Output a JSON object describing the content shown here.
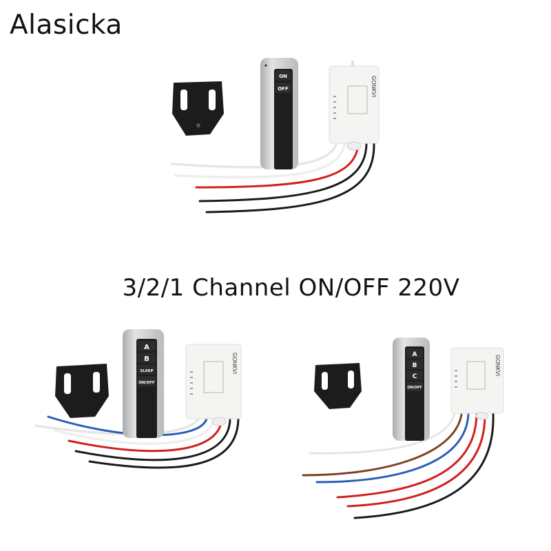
{
  "brand": "Alasicka",
  "caption": "3/2/1 Channel ON/OFF 220V",
  "products": [
    {
      "channels": 1,
      "buttons": [
        "ON",
        "OFF"
      ],
      "receiver_logo": "GONKVI"
    },
    {
      "channels": 2,
      "buttons": [
        "A",
        "B",
        "SLEEP",
        "ON/OFF"
      ],
      "receiver_logo": "GONKVI"
    },
    {
      "channels": 3,
      "buttons": [
        "A",
        "B",
        "C",
        "ON/OFF"
      ],
      "receiver_logo": "GONKVI"
    }
  ],
  "colors": {
    "remote_body": "#c9cbcd",
    "remote_face": "#1e1e1e",
    "receiver": "#f4f4f2",
    "bracket": "#1c1c1c",
    "wire_red": "#d0201c",
    "wire_blue": "#2a5cb8",
    "wire_brown": "#7a4326",
    "wire_black": "#1a1a1a",
    "wire_white": "#f2f2f2"
  }
}
